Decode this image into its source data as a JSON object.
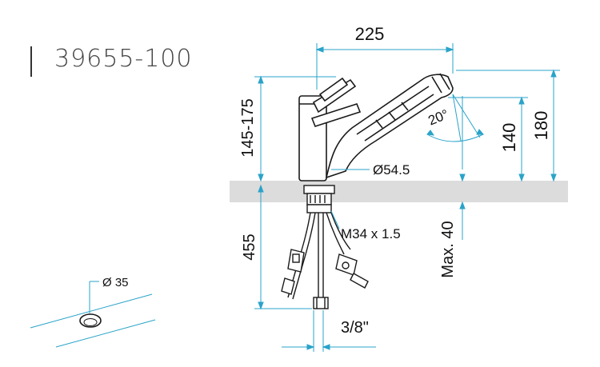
{
  "model_number": "39655-100",
  "dimensions": {
    "spout_reach": "225",
    "body_height": "145-175",
    "total_height": "180",
    "outlet_height": "140",
    "swivel_angle": "20°",
    "base_diameter": "Ø54.5",
    "thread": "M34 x 1.5",
    "hose_length": "455",
    "max_counter_thickness": "Max. 40",
    "connection": "3/8\"",
    "hole_diameter": "Ø 35"
  },
  "colors": {
    "line": "#1a1a1a",
    "dimension": "#2aa3c9",
    "counter": "#dcdcdc"
  }
}
